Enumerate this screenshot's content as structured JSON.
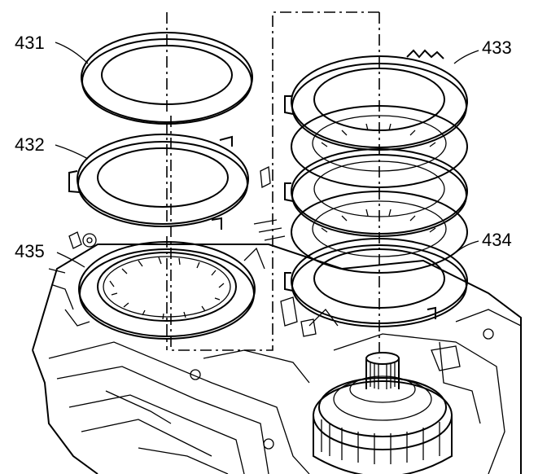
{
  "diagram": {
    "callouts": [
      {
        "id": "431",
        "label": "431"
      },
      {
        "id": "432",
        "label": "432"
      },
      {
        "id": "433",
        "label": "433"
      },
      {
        "id": "434",
        "label": "434"
      },
      {
        "id": "435",
        "label": "435"
      }
    ],
    "colors": {
      "line": "#000000",
      "background": "#ffffff"
    }
  }
}
